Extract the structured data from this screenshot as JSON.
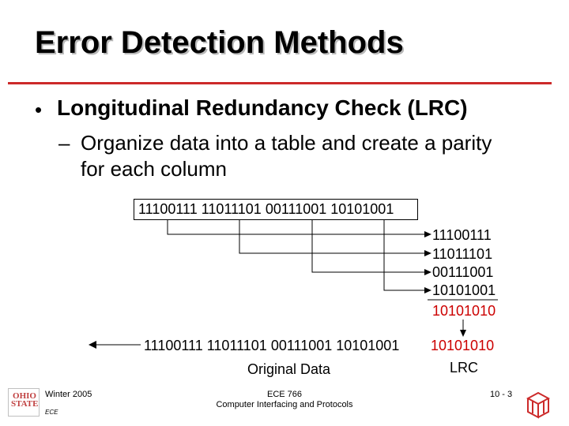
{
  "slide": {
    "title": "Error Detection Methods",
    "bullet": "Longitudinal Redundancy Check (LRC)",
    "sub_bullet_line1": "Organize data into a table and create a parity",
    "sub_bullet_line2": "for each column"
  },
  "diagram": {
    "data_row": "11100111  11011101  00111001  10101001",
    "stack": [
      "11100111",
      "11011101",
      "00111001",
      "10101001"
    ],
    "parity": "10101010",
    "result_data": "11100111  11011101  00111001  10101001",
    "result_lrc": "10101010",
    "original_data_label": "Original Data",
    "lrc_label": "LRC"
  },
  "footer": {
    "left": "Winter 2005",
    "center_line1": "ECE 766",
    "center_line2": "Computer Interfacing and Protocols",
    "page": "10 -  3",
    "logo_text": "OHIO STATE",
    "logo_sub": "ECE"
  },
  "colors": {
    "title_rule": "#cc2a2a",
    "parity_text": "#cc0000",
    "logo_cube": "#cc2a2a"
  }
}
